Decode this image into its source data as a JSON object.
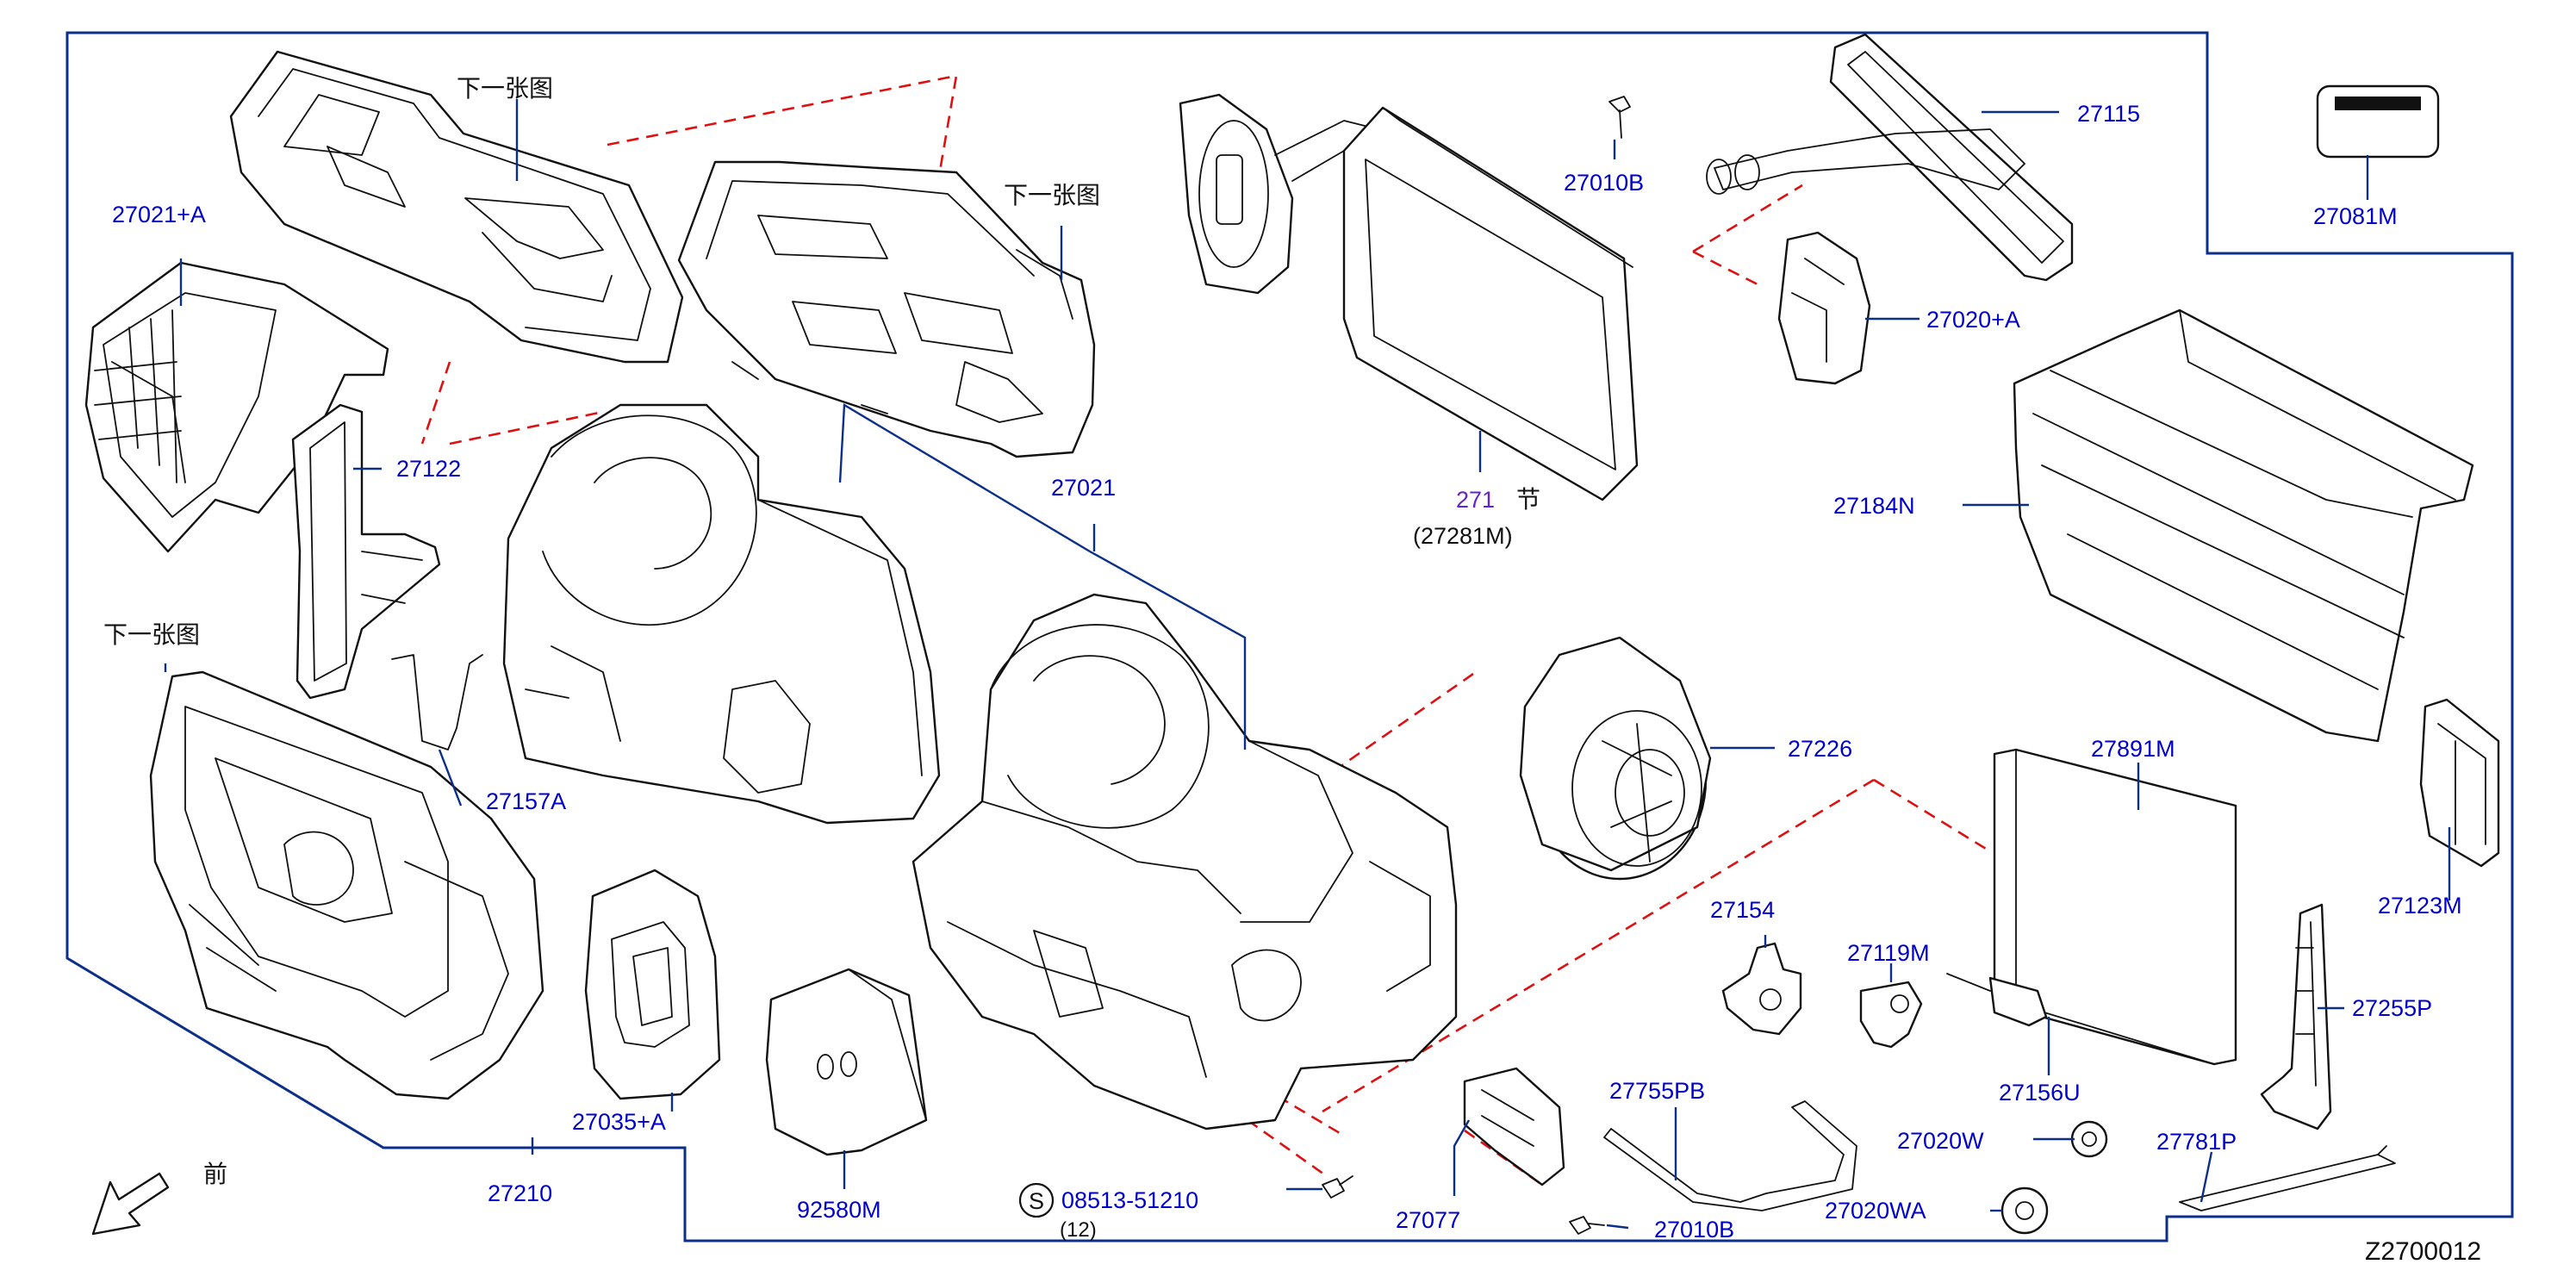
{
  "diagram_code": "Z2700012",
  "front_label": "前",
  "next_page_labels": [
    "下一张图",
    "下一张图",
    "下一张图"
  ],
  "standard_part": {
    "symbol": "S",
    "part_no": "08513-51210",
    "qty": "(12)"
  },
  "parts": [
    {
      "id": "27021-A",
      "text": "27021+A"
    },
    {
      "id": "27122",
      "text": "27122"
    },
    {
      "id": "27157A",
      "text": "27157A"
    },
    {
      "id": "27210",
      "text": "27210"
    },
    {
      "id": "27035-A",
      "text": "27035+A"
    },
    {
      "id": "92580M",
      "text": "92580M"
    },
    {
      "id": "27021",
      "text": "27021"
    },
    {
      "id": "271",
      "text": "271",
      "suffix": "节",
      "sub": "(27281M)"
    },
    {
      "id": "27010B-top",
      "text": "27010B"
    },
    {
      "id": "27115",
      "text": "27115"
    },
    {
      "id": "27020-A",
      "text": "27020+A"
    },
    {
      "id": "27081M",
      "text": "27081M"
    },
    {
      "id": "27184N",
      "text": "27184N"
    },
    {
      "id": "27226",
      "text": "27226"
    },
    {
      "id": "27891M",
      "text": "27891M"
    },
    {
      "id": "27123M",
      "text": "27123M"
    },
    {
      "id": "27154",
      "text": "27154"
    },
    {
      "id": "27119M",
      "text": "27119M"
    },
    {
      "id": "27156U",
      "text": "27156U"
    },
    {
      "id": "27255P",
      "text": "27255P"
    },
    {
      "id": "27755PB",
      "text": "27755PB"
    },
    {
      "id": "27020W",
      "text": "27020W"
    },
    {
      "id": "27020WA",
      "text": "27020WA"
    },
    {
      "id": "27781P",
      "text": "27781P"
    },
    {
      "id": "27077",
      "text": "27077"
    },
    {
      "id": "27010B-bottom",
      "text": "27010B"
    }
  ]
}
